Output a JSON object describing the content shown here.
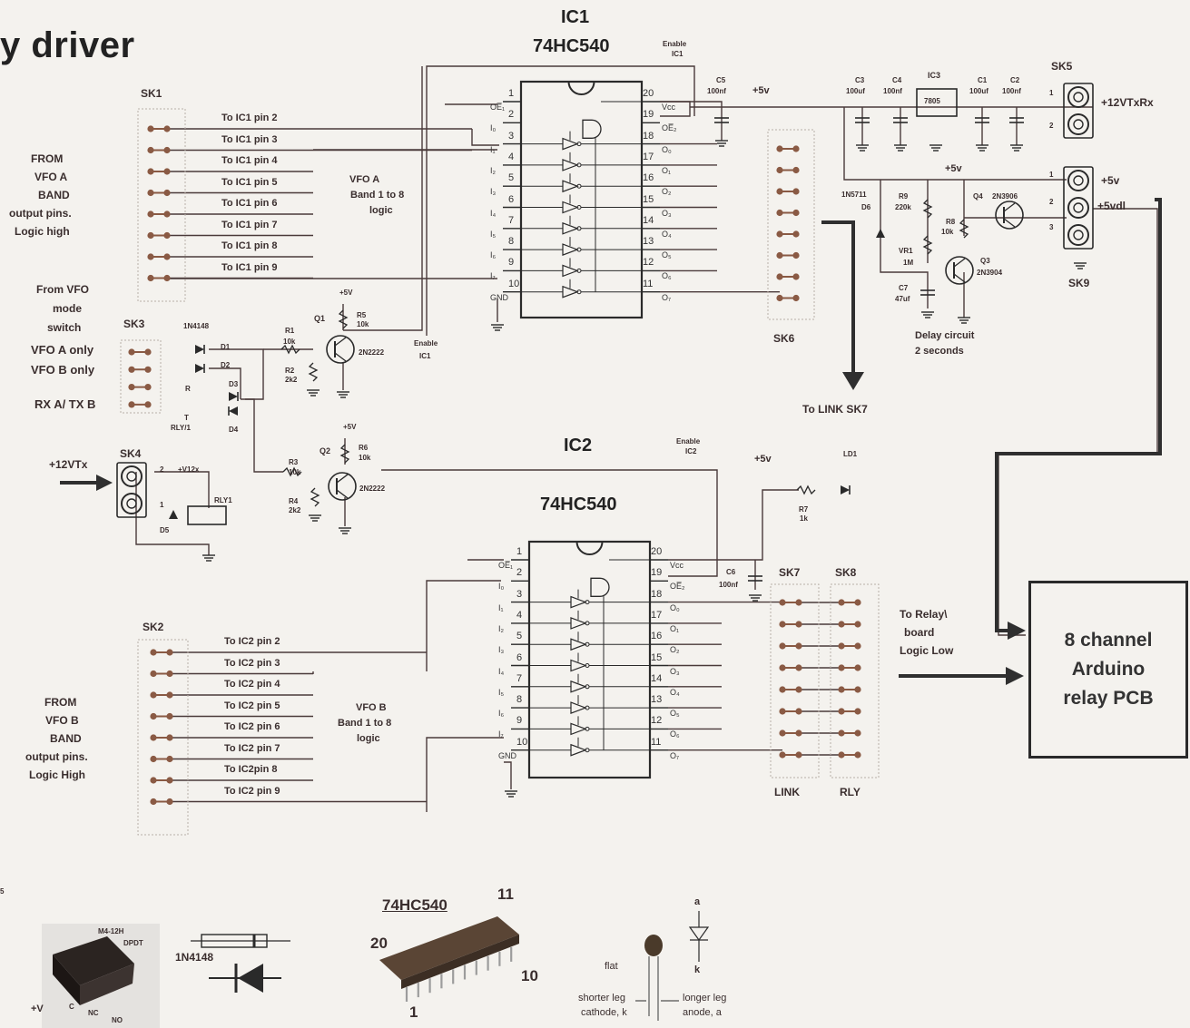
{
  "title": "y driver",
  "ic1": {
    "name": "IC1",
    "part": "74HC540",
    "enable_top": "Enable",
    "enable_bottom": "IC1",
    "enable_q1_top": "Enable",
    "enable_q1_bottom": "IC1",
    "logic_line1": "VFO A",
    "logic_line2": "Band 1 to 8",
    "logic_line3": "logic"
  },
  "ic2": {
    "name": "IC2",
    "part": "74HC540",
    "enable_top": "Enable",
    "enable_bottom": "IC2",
    "logic_line1": "VFO B",
    "logic_line2": "Band 1 to 8",
    "logic_line3": "logic"
  },
  "sk1": {
    "name": "SK1",
    "pins": [
      "To IC1 pin 2",
      "To IC1 pin 3",
      "To IC1 pin 4",
      "To IC1 pin 5",
      "To IC1 pin 6",
      "To IC1 pin 7",
      "To IC1 pin 8",
      "To IC1 pin 9"
    ]
  },
  "sk2": {
    "name": "SK2",
    "pins": [
      "To IC2 pin 2",
      "To IC2 pin 3",
      "To IC2 pin 4",
      "To IC2 pin 5",
      "To IC2 pin 6",
      "To IC2 pin 7",
      "To IC2pin 8",
      "To IC2 pin 9"
    ]
  },
  "from_vfo_a": [
    "FROM",
    "VFO A",
    "BAND",
    "output pins.",
    "Logic high"
  ],
  "from_vfo_b": [
    "FROM",
    "VFO B",
    "BAND",
    "output pins.",
    "Logic High"
  ],
  "from_vfo_mode": [
    "From VFO",
    "mode",
    "switch"
  ],
  "sk3": {
    "name": "SK3",
    "labels": [
      "VFO A only",
      "VFO B only",
      "RX A/ TX B"
    ]
  },
  "sk4": {
    "name": "SK4",
    "input": "+12VTx",
    "v12": "+V12x",
    "relay": "RLY1",
    "d5": "D5",
    "pin2": "2",
    "pin1": "1"
  },
  "sk5": {
    "name": "SK5",
    "label": "+12VTxRx",
    "p1": "1",
    "p2": "2"
  },
  "sk6": {
    "name": "SK6",
    "arrow_label": "To LINK SK7"
  },
  "sk7": {
    "name": "SK7",
    "bottom": "LINK"
  },
  "sk8": {
    "name": "SK8",
    "bottom": "RLY"
  },
  "sk9": {
    "name": "SK9",
    "out1": "+5v",
    "out2": "+5vdl",
    "p1": "1",
    "p2": "2",
    "p3": "3"
  },
  "components": {
    "d1n4148": "1N4148",
    "d1": "D1",
    "d2": "D2",
    "d3": "D3",
    "d4": "D4",
    "r1": "R1",
    "r1v": "10k",
    "r2": "R2",
    "r2v": "2k2",
    "r3": "R3",
    "r3v": "10k",
    "r4": "R4",
    "r4v": "2k2",
    "r5": "R5",
    "r5v": "10k",
    "r6": "R6",
    "r6v": "10k",
    "r7": "R7",
    "r7v": "1k",
    "q1": "Q1",
    "q2": "Q2",
    "q1type": "2N2222",
    "q2type": "2N2222",
    "plus5v": "+5V",
    "plus5v_b": "+5V",
    "rly_r": "R",
    "rly_t": "T",
    "rly_label": "RLY/1",
    "c5": "C5",
    "c5v": "100nf",
    "c6": "C6",
    "c6v": "100nf",
    "c1": "C1",
    "c1v": "100uf",
    "c2": "C2",
    "c2v": "100nf",
    "c3": "C3",
    "c3v": "100uf",
    "c4": "C4",
    "c4v": "100nf",
    "ic3": "IC3",
    "ic3part": "7805",
    "plus5v_rail": "+5v",
    "plus5v_rail2": "+5v",
    "plus5v_ic2": "+5v",
    "d6": "1N5711",
    "d6n": "D6",
    "r9": "R9",
    "r9v": "220k",
    "r8": "R8",
    "r8v": "10k",
    "vr1": "VR1",
    "vr1v": "1M",
    "c7": "C7",
    "c7v": "47uf",
    "q3": "Q3",
    "q3type": "2N3904",
    "q4": "Q4",
    "q4type": "2N3906",
    "delay1": "Delay circuit",
    "delay2": "2 seconds",
    "ld1": "LD1"
  },
  "relay_board": [
    "To Relay\\",
    "board",
    "Logic Low"
  ],
  "arduino": [
    "8 channel",
    "Arduino",
    "relay PCB"
  ],
  "legend": {
    "relay_part": "M4-12H",
    "relay_type": "DPDT",
    "relay_pins": [
      "+V",
      "C",
      "NC",
      "NO"
    ],
    "diode": "1N4148",
    "chip": "74HC540",
    "chip_pin20": "20",
    "chip_pin11": "11",
    "chip_pin10": "10",
    "chip_pin1": "1",
    "led_a": "a",
    "led_k": "k",
    "led_flat": "flat",
    "shorter1": "shorter leg",
    "shorter2": "cathode, k",
    "longer1": "longer leg",
    "longer2": "anode, a",
    "margin_5": "5"
  },
  "chip_pins": {
    "left": [
      "1",
      "2",
      "3",
      "4",
      "5",
      "6",
      "7",
      "8",
      "9",
      "10"
    ],
    "right": [
      "20",
      "19",
      "18",
      "17",
      "16",
      "15",
      "14",
      "13",
      "12",
      "11"
    ]
  },
  "colors": {
    "ink": "#2a2a2a",
    "wire": "#4a3a3a",
    "pad": "#8a5a44",
    "bg": "#f4f2ee"
  }
}
